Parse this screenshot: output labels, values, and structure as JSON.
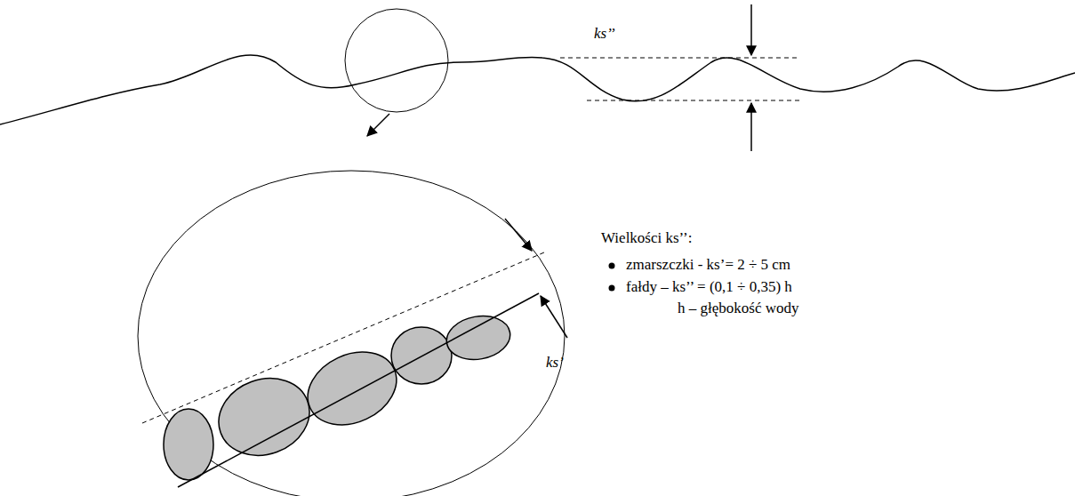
{
  "diagram": {
    "labels": [
      "ks’’",
      "Wielkości ks’’:",
      "zmarszczki - ks’= 2 ÷ 5 cm",
      "fałdy – ks’’ = (0,1 ÷ 0,35) h",
      "h – głębokość wody",
      "ks’"
    ]
  }
}
